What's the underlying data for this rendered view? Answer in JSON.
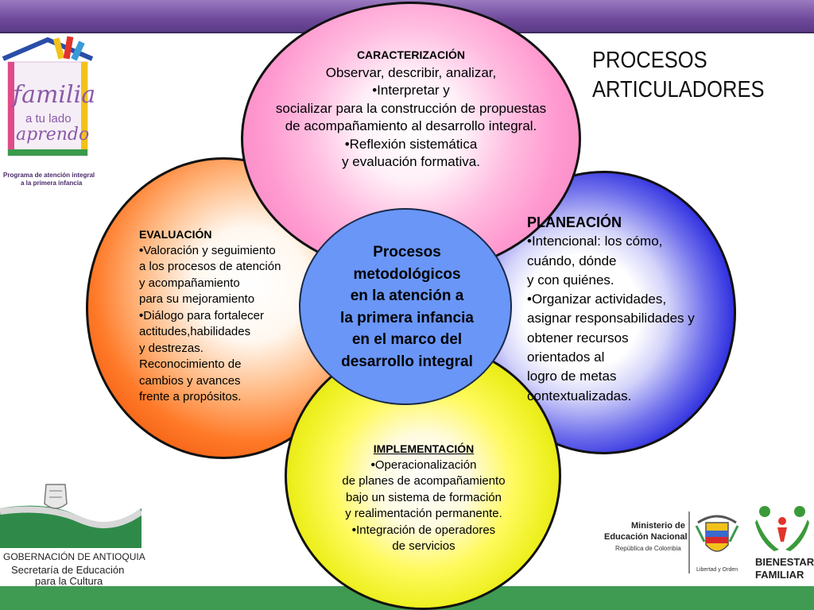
{
  "title": {
    "line1": "PROCESOS",
    "line2": "ARTICULADORES"
  },
  "center": {
    "lines": [
      "Procesos",
      "metodológicos",
      "en la atención a",
      "la primera infancia",
      "en el marco del",
      "desarrollo integral"
    ]
  },
  "caracterizacion": {
    "heading": "CARACTERIZACIÓN",
    "lines": [
      "Observar, describir, analizar,",
      "•Interpretar  y",
      "socializar para la construcción de propuestas",
      "de acompañamiento al desarrollo integral.",
      "•Reflexión sistemática",
      "y evaluación formativa."
    ]
  },
  "evaluacion": {
    "heading": "EVALUACIÓN",
    "lines": [
      "Valoración y seguimiento",
      "a los procesos de atención",
      "y acompañamiento",
      "para su mejoramiento",
      "Diálogo para fortalecer",
      "actitudes,habilidades",
      "y destrezas.",
      "Reconocimiento de",
      "cambios y avances",
      "frente  a propósitos."
    ]
  },
  "planeacion": {
    "heading": "PLANEACIÓN",
    "lines": [
      "•Intencional: los cómo,",
      "cuándo, dónde",
      "y con quiénes.",
      "•Organizar actividades,",
      "asignar responsabilidades y",
      "obtener recursos",
      "orientados al",
      "logro de metas",
      "contextualizadas."
    ]
  },
  "implementacion": {
    "heading": "IMPLEMENTACIÓN",
    "lines": [
      "Operacionalización",
      "de planes de acompañamiento",
      "bajo un sistema de formación",
      "y realimentación permanente.",
      "Integración de operadores",
      "de servicios"
    ]
  },
  "logos": {
    "familia": {
      "word1": "familia",
      "word2": "a tu lado",
      "word3": "aprendo",
      "caption1": "Programa de atención integral",
      "caption2": "a la primera infancia"
    },
    "antioquia": {
      "line1": "GOBERNACIÓN DE ANTIOQUIA",
      "line2": "Secretaría de Educación",
      "line3": "para la Cultura"
    },
    "ministerio": {
      "line1": "Ministerio de",
      "line2": "Educación Nacional",
      "line3": "República de Colombia",
      "motto": "Libertad y Orden"
    },
    "bienestar": {
      "line1": "BIENESTAR",
      "line2": "FAMILIAR"
    }
  },
  "colors": {
    "topbar": "#6f4a9c",
    "bottombar": "#3f9a52",
    "evaluacion": "#ff7a28",
    "planeacion": "#1c1cdc",
    "implementacion": "#eef020",
    "caracterizacion": "#ff9ad0",
    "center": "#6a96f8"
  },
  "icons": [
    "familia-logo-icon",
    "antioquia-seal-icon",
    "colombia-coat-of-arms-icon",
    "bienestar-family-icon"
  ]
}
